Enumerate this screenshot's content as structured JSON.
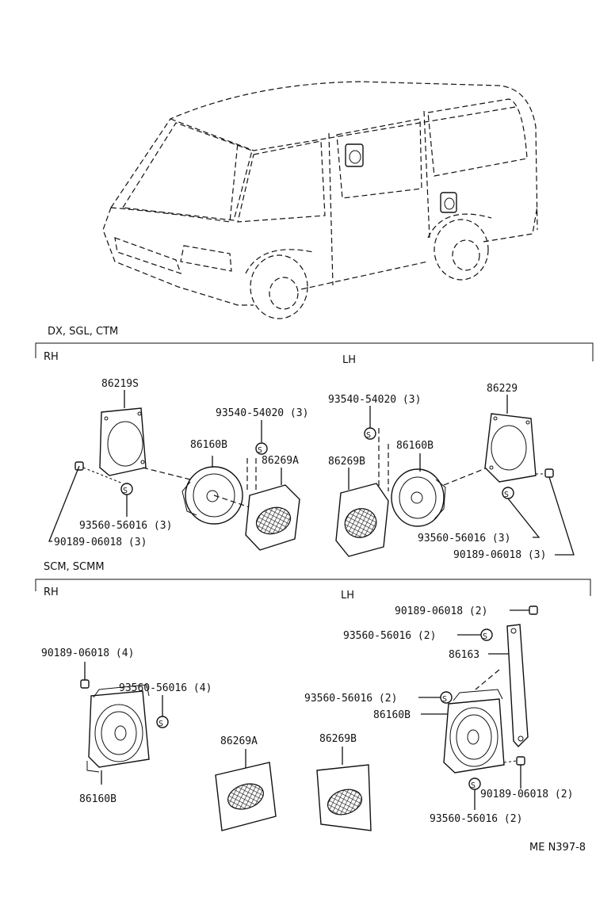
{
  "sections": {
    "top": {
      "variant_label": "DX, SGL, CTM",
      "rh_label": "RH",
      "lh_label": "LH"
    },
    "bottom": {
      "variant_label": "SCM, SCMM",
      "rh_label": "RH",
      "lh_label": "LH"
    }
  },
  "callouts": {
    "top_rh_bracket": "86219S",
    "top_rh_speaker": "86160B",
    "top_rh_screw": "93540-54020 (3)",
    "top_rh_grille": "86269A",
    "top_rh_washer": "93560-56016 (3)",
    "top_rh_nut": "90189-06018 (3)",
    "top_lh_screw": "93540-54020 (3)",
    "top_lh_grille": "86269B",
    "top_lh_speaker": "86160B",
    "top_lh_bracket": "86229",
    "top_lh_washer": "93560-56016 (3)",
    "top_lh_nut": "90189-06018 (3)",
    "bot_rh_nut": "90189-06018 (4)",
    "bot_rh_washer": "93560-56016 (4)",
    "bot_rh_speaker": "86160B",
    "bot_grille_a": "86269A",
    "bot_grille_b": "86269B",
    "bot_lh_nut_top": "90189-06018 (2)",
    "bot_lh_washer_top": "93560-56016 (2)",
    "bot_lh_stay": "86163",
    "bot_lh_washer_mid": "93560-56016 (2)",
    "bot_lh_speaker": "86160B",
    "bot_lh_nut_bottom": "90189-06018 (2)",
    "bot_lh_washer_bottom": "93560-56016 (2)"
  },
  "washer_symbol": "S",
  "figure_code": "ME N397-8"
}
